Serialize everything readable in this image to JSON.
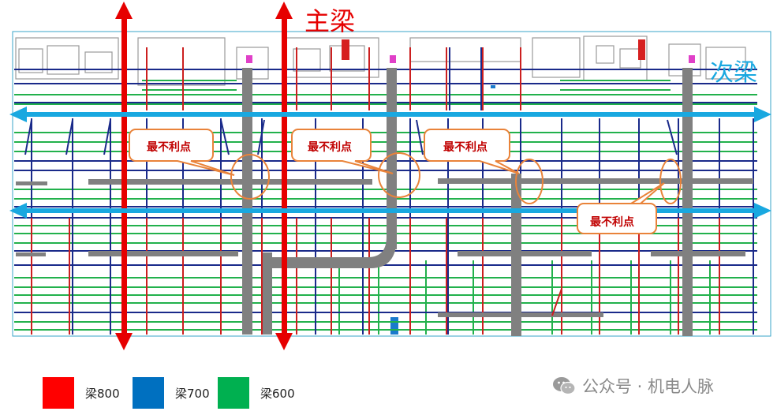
{
  "labels": {
    "main_beam": "主梁",
    "secondary_beam": "次梁",
    "worst_point": "最不利点"
  },
  "callouts": [
    {
      "text": "最不利点"
    },
    {
      "text": "最不利点"
    },
    {
      "text": "最不利点"
    },
    {
      "text": "最不利点"
    }
  ],
  "legend": [
    {
      "label": "梁800",
      "color": "#ff0000"
    },
    {
      "label": "梁700",
      "color": "#0070c0"
    },
    {
      "label": "梁600",
      "color": "#00b050"
    }
  ],
  "watermark": {
    "text": "公众号 · 机电人脉",
    "icon": "wechat-icon"
  },
  "colors": {
    "main_arrow": "#e60000",
    "secondary_arrow": "#19a8e0",
    "beam_800": "#cc1f1f",
    "beam_700": "#1a2a8a",
    "beam_600": "#22b14c",
    "duct": "#808080",
    "callout_border": "#e9833a",
    "callout_text": "#c00000"
  }
}
